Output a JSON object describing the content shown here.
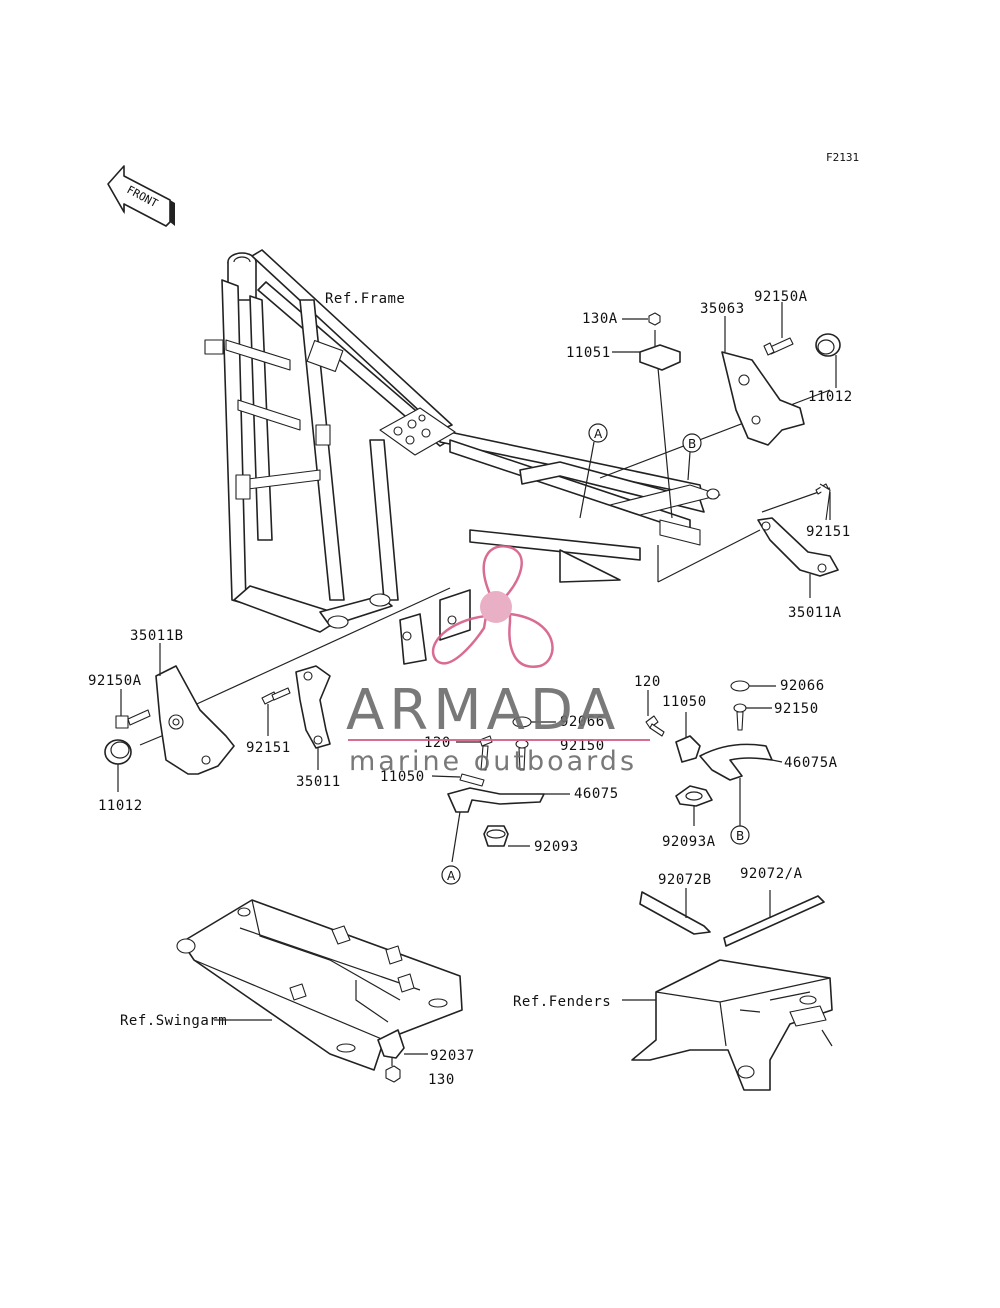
{
  "figure_code": "F2131",
  "front_arrow": {
    "text": "FRONT",
    "icon": "front-direction-arrow-icon"
  },
  "refs": {
    "frame": "Ref.Frame",
    "swingarm": "Ref.Swingarm",
    "fenders": "Ref.Fenders"
  },
  "parts": {
    "p130A": "130A",
    "p11051": "11051",
    "p35063": "35063",
    "p92150A_top": "92150A",
    "p11012_top": "11012",
    "p92151_right": "92151",
    "p35011A": "35011A",
    "p35011B": "35011B",
    "p92150A_left": "92150A",
    "p11012_left": "11012",
    "p92151_left": "92151",
    "p35011": "35011",
    "p120_right": "120",
    "p11050_right": "11050",
    "p92066_right": "92066",
    "p92150_right": "92150",
    "p46075A": "46075A",
    "p92093A": "92093A",
    "p120_left": "120",
    "p92066_center": "92066",
    "p92150_center": "92150",
    "p11050_left": "11050",
    "p46075": "46075",
    "p92093": "92093",
    "p92072B": "92072B",
    "p92072A": "92072/A",
    "p92037": "92037",
    "p130": "130"
  },
  "callouts": {
    "A": "A",
    "B": "B"
  },
  "watermark": {
    "brand": "ARMADA",
    "tagline": "marine outboards",
    "logo_icon": "propeller-logo-icon",
    "color": "#d6608a"
  }
}
